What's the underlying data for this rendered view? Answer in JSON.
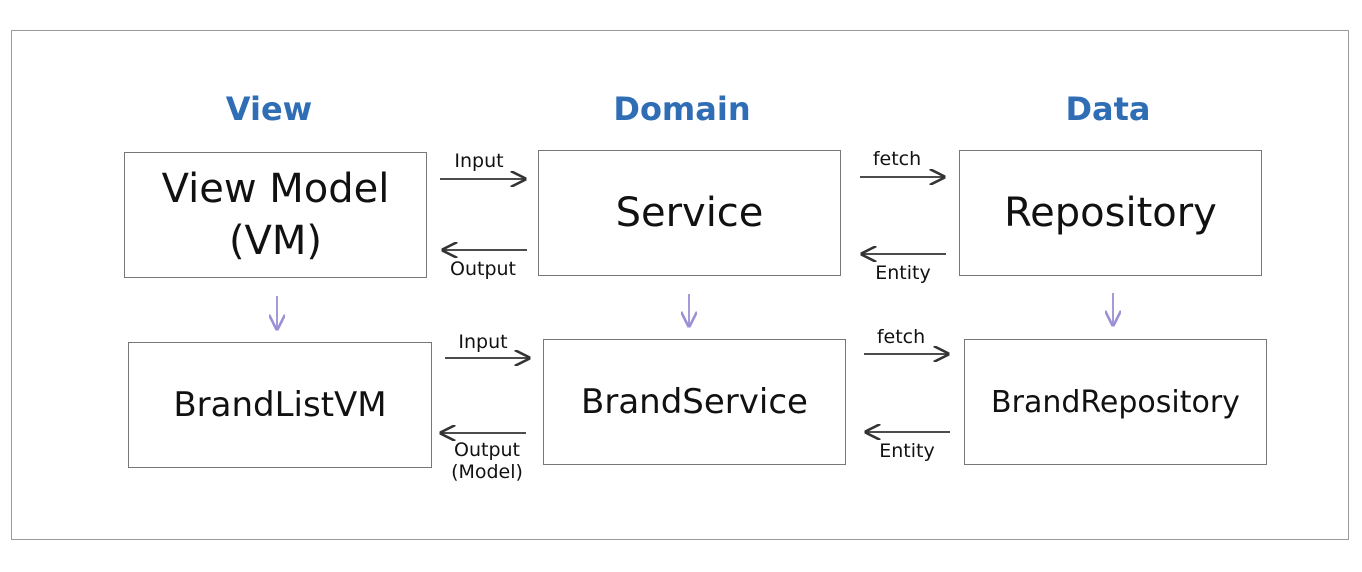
{
  "columns": {
    "view": "View",
    "domain": "Domain",
    "data": "Data"
  },
  "boxes": {
    "view_model": "View Model\n(VM)",
    "service": "Service",
    "repository": "Repository",
    "brand_list_vm": "BrandListVM",
    "brand_service": "BrandService",
    "brand_repository": "BrandRepository"
  },
  "labels": {
    "row1_input": "Input",
    "row1_output": "Output",
    "row1_fetch": "fetch",
    "row1_entity": "Entity",
    "row2_input": "Input",
    "row2_output": "Output\n(Model)",
    "row2_fetch": "fetch",
    "row2_entity": "Entity"
  },
  "colors": {
    "title": "#2f6db5",
    "down_arrow": "#9b8fd6",
    "arrow": "#333333"
  }
}
